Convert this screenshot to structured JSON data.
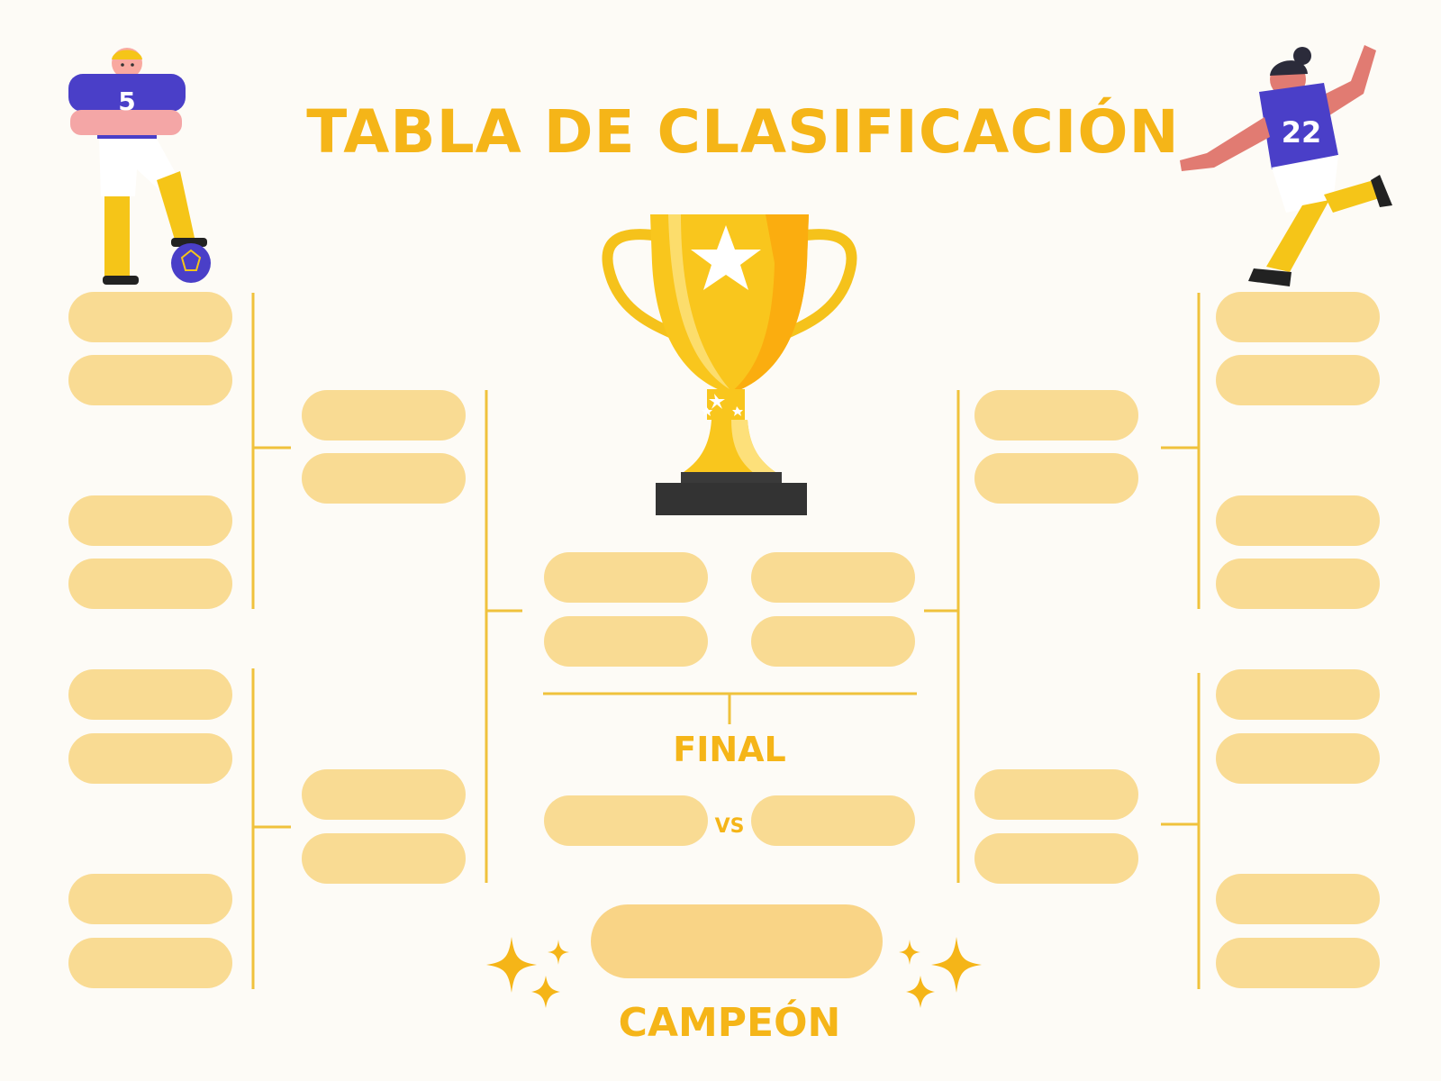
{
  "title": "TABLA DE CLASIFICACIÓN",
  "final_label": "FINAL",
  "vs_label": "VS",
  "champion_label": "CAMPEÓN",
  "players": {
    "left_jersey_number": "5",
    "right_jersey_number": "22"
  },
  "icons": {
    "trophy": "trophy-icon",
    "sparkles": "sparkle-icon",
    "ball": "soccer-ball-icon"
  },
  "colors": {
    "accent": "#f5b518",
    "slot": "#f9db93",
    "line": "#f0c23c",
    "jersey": "#4a3fc8",
    "background": "#fdfbf6"
  }
}
